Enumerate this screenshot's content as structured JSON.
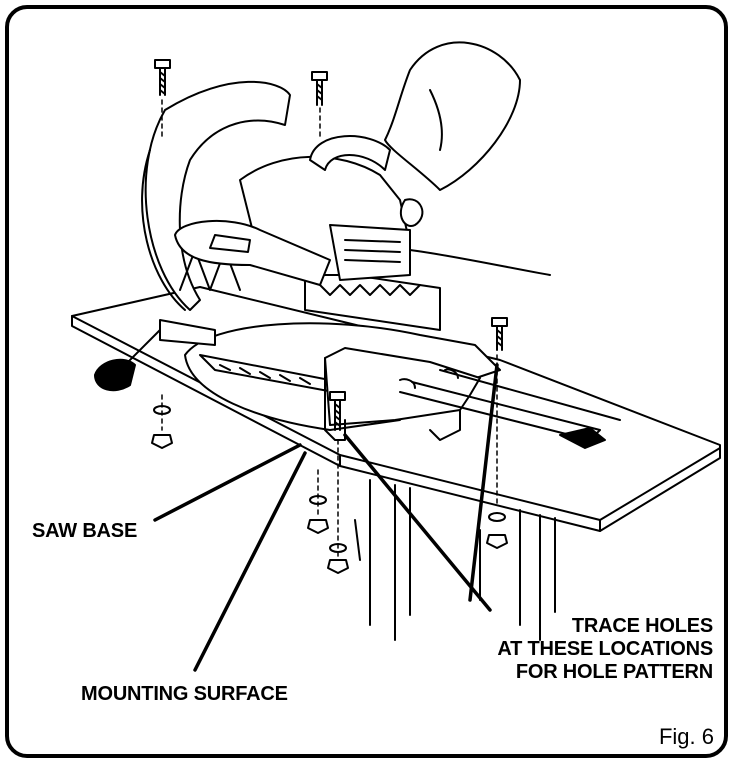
{
  "labels": {
    "saw_base": "SAW BASE",
    "mounting_surface": "MOUNTING SURFACE",
    "trace_holes": [
      "TRACE HOLES",
      "AT THESE LOCATIONS",
      "FOR HOLE PATTERN"
    ]
  },
  "figure_caption": "Fig. 6",
  "colors": {
    "line": "#000000",
    "background": "#ffffff"
  }
}
